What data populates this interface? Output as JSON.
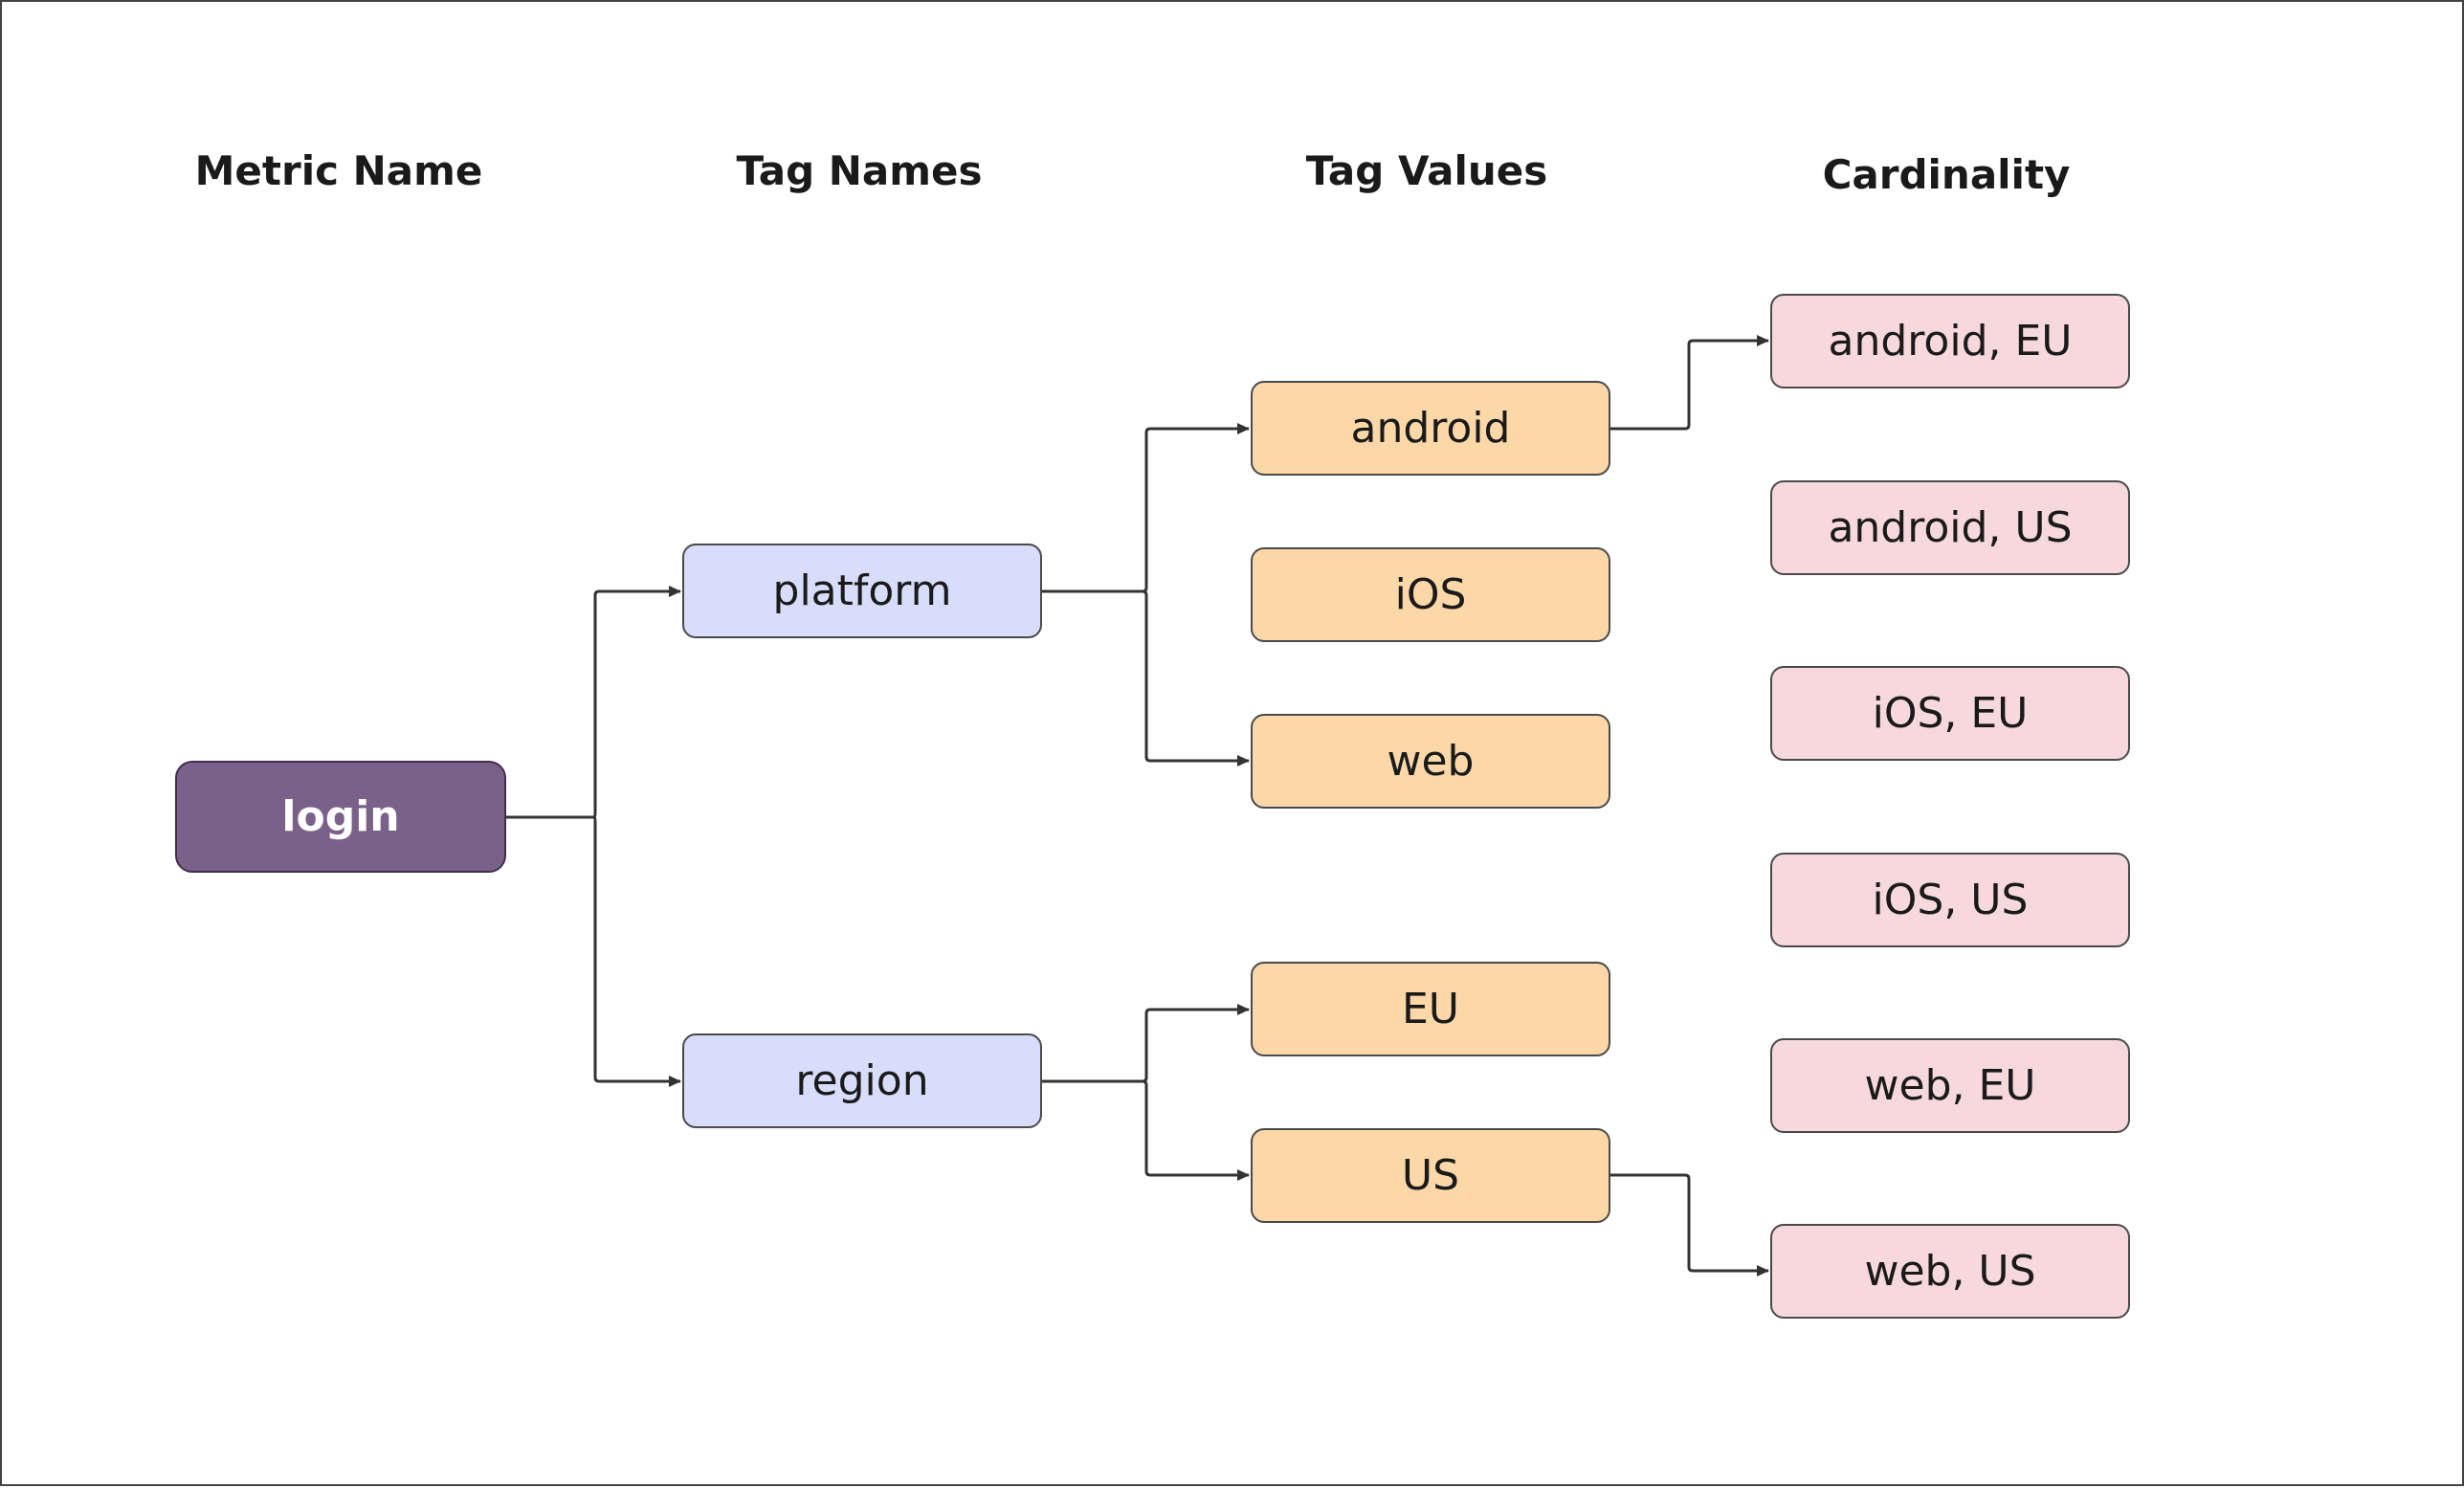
{
  "headings": {
    "metric_name": "Metric Name",
    "tag_names": "Tag Names",
    "tag_values": "Tag Values",
    "cardinality": "Cardinality"
  },
  "metric": {
    "label": "login"
  },
  "tag_names": [
    {
      "label": "platform"
    },
    {
      "label": "region"
    }
  ],
  "tag_values": [
    {
      "label": "android"
    },
    {
      "label": "iOS"
    },
    {
      "label": "web"
    },
    {
      "label": "EU"
    },
    {
      "label": "US"
    }
  ],
  "cardinality": [
    {
      "label": "android, EU"
    },
    {
      "label": "android, US"
    },
    {
      "label": "iOS, EU"
    },
    {
      "label": "iOS, US"
    },
    {
      "label": "web, EU"
    },
    {
      "label": "web, US"
    }
  ],
  "colors": {
    "metric_fill": "#7a6189",
    "tag_name_fill": "#d7ddfa",
    "tag_value_fill": "#fcd8a9",
    "cardinality_fill": "#f7d8dc",
    "edge": "#333333"
  }
}
